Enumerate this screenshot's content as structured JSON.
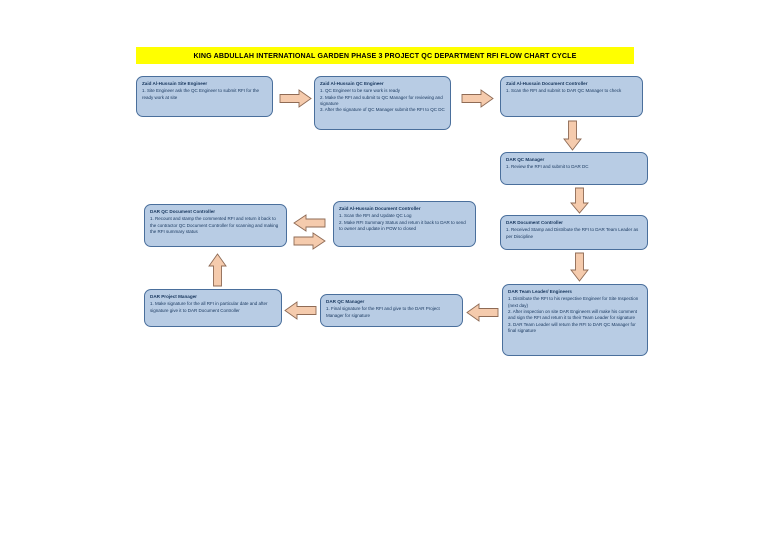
{
  "header": {
    "title": "KING ABDULLAH INTERNATIONAL GARDEN PHASE 3 PROJECT QC DEPARTMENT RFI FLOW CHART CYCLE",
    "banner_color": "#ffff00"
  },
  "theme": {
    "box_fill": "#b8cce4",
    "box_border": "#4a6f9c",
    "box_text": "#17365d",
    "arrow_fill": "#f5cbad",
    "arrow_border": "#8f6b55",
    "page_background": "#ffffff"
  },
  "chart_data": {
    "type": "diagram",
    "title": "KING ABDULLAH INTERNATIONAL GARDEN PHASE 3 PROJECT QC DEPARTMENT RFI FLOW CHART CYCLE",
    "nodes": [
      {
        "id": "n1",
        "title": "Zaid Al-Hussain Site Engineer",
        "body": "1. Site Engineer ask the QC Engineer to submit RFI for the ready work at site"
      },
      {
        "id": "n2",
        "title": "Zaid Al-Hussain QC Engineer",
        "body": "1. QC Engineer to be sure work is ready\n2. Make the RFI and submit to QC Manager for reviewing and signature\n3. After the signature of QC Manager submit the RFI to QC DC"
      },
      {
        "id": "n3",
        "title": "Zaid Al-Hussain Document Controller",
        "body": "1. Scan the RFI and submit to DAR QC Manager to check"
      },
      {
        "id": "n4",
        "title": "DAR QC Manager",
        "body": "1. Review the RFI and submit to DAR DC"
      },
      {
        "id": "n5",
        "title": "DAR  Document Controller",
        "body": "1. Received Stamp and Distribute the RFI to DAR Team Leader as per Discipline"
      },
      {
        "id": "n6",
        "title": "DAR Team Leader/ Engineers",
        "body": "1. Distribute the RFI to his respective Engineer for Site Inspection (next day)\n2. After inspection on site DAR Engineers will make his comment and sign the RFI and return it to their Team Leader for signature\n3. DAR Team Leader will return the RFI to DAR QC Manager for final signature"
      },
      {
        "id": "n7",
        "title": "DAR QC Manager",
        "body": "1. Final signature for the RFI and give to the DAR Project Manager for signature"
      },
      {
        "id": "n8",
        "title": "DAR Project Manager",
        "body": "1. Make signature for the all RFI in particular date and after signature give it to DAR Document Controller"
      },
      {
        "id": "n9",
        "title": "DAR QC Document Controller",
        "body": "1. Recount and stamp the commented RFI and return it back to the contractor QC Document Controller for scanning  and making the RFI summary status"
      },
      {
        "id": "n10",
        "title": "Zaid Al-Hussain Document Controller",
        "body": "1. Scan the RFI and Update QC Log\n2. Make RFI Summary Status and return it back to DAR to send to owner and update in POW to closed"
      }
    ],
    "edges": [
      {
        "from": "n1",
        "to": "n2",
        "direction": "right"
      },
      {
        "from": "n2",
        "to": "n3",
        "direction": "right"
      },
      {
        "from": "n3",
        "to": "n4",
        "direction": "down"
      },
      {
        "from": "n4",
        "to": "n5",
        "direction": "down"
      },
      {
        "from": "n5",
        "to": "n6",
        "direction": "down"
      },
      {
        "from": "n6",
        "to": "n7",
        "direction": "left"
      },
      {
        "from": "n7",
        "to": "n8",
        "direction": "left"
      },
      {
        "from": "n8",
        "to": "n9",
        "direction": "up"
      },
      {
        "from": "n9",
        "to": "n10",
        "direction": "right"
      },
      {
        "from": "n10",
        "to": "n9",
        "direction": "left"
      }
    ]
  },
  "boxes": {
    "site_engineer": {
      "title": "Zaid Al-Hussain Site Engineer",
      "body": "1. Site Engineer ask the QC Engineer to submit RFI for the ready work at site"
    },
    "qc_engineer": {
      "title": "Zaid Al-Hussain QC Engineer",
      "body": "1. QC Engineer to be sure work is ready\n2. Make the RFI and submit to QC Manager for reviewing and signature\n3. After the signature of QC Manager submit the RFI to QC DC"
    },
    "zh_document_controller_top": {
      "title": "Zaid Al-Hussain Document Controller",
      "body": "1. Scan the RFI and submit to DAR QC Manager to check"
    },
    "dar_qc_manager_top": {
      "title": "DAR QC Manager",
      "body": "1. Review the RFI and submit to DAR DC"
    },
    "dar_document_controller": {
      "title": "DAR  Document Controller",
      "body": "1. Received Stamp and Distribute the RFI to DAR Team Leader as per Discipline"
    },
    "dar_team_leader": {
      "title": "DAR Team Leader/ Engineers",
      "body": "1. Distribute the RFI to his respective Engineer for Site Inspection (next day)\n2. After inspection on site DAR Engineers will make his comment and sign the RFI and return it to their Team Leader for signature\n3. DAR Team Leader will return the RFI to DAR QC Manager for final signature"
    },
    "dar_qc_manager_bottom": {
      "title": "DAR QC Manager",
      "body": "1. Final signature for the RFI and give to the DAR Project Manager for signature"
    },
    "dar_project_manager": {
      "title": "DAR Project Manager",
      "body": "1. Make signature for the all RFI in particular date and after signature give it to DAR Document Controller"
    },
    "dar_qc_document_controller": {
      "title": "DAR QC Document Controller",
      "body": "1. Recount and stamp the commented RFI and return it back to the contractor QC Document Controller for scanning  and making the RFI summary status"
    },
    "zh_document_controller_mid": {
      "title": "Zaid Al-Hussain Document Controller",
      "body": "1. Scan the RFI and Update QC Log\n2. Make RFI Summary Status and return it back to DAR to send to owner and update in POW to closed"
    }
  }
}
